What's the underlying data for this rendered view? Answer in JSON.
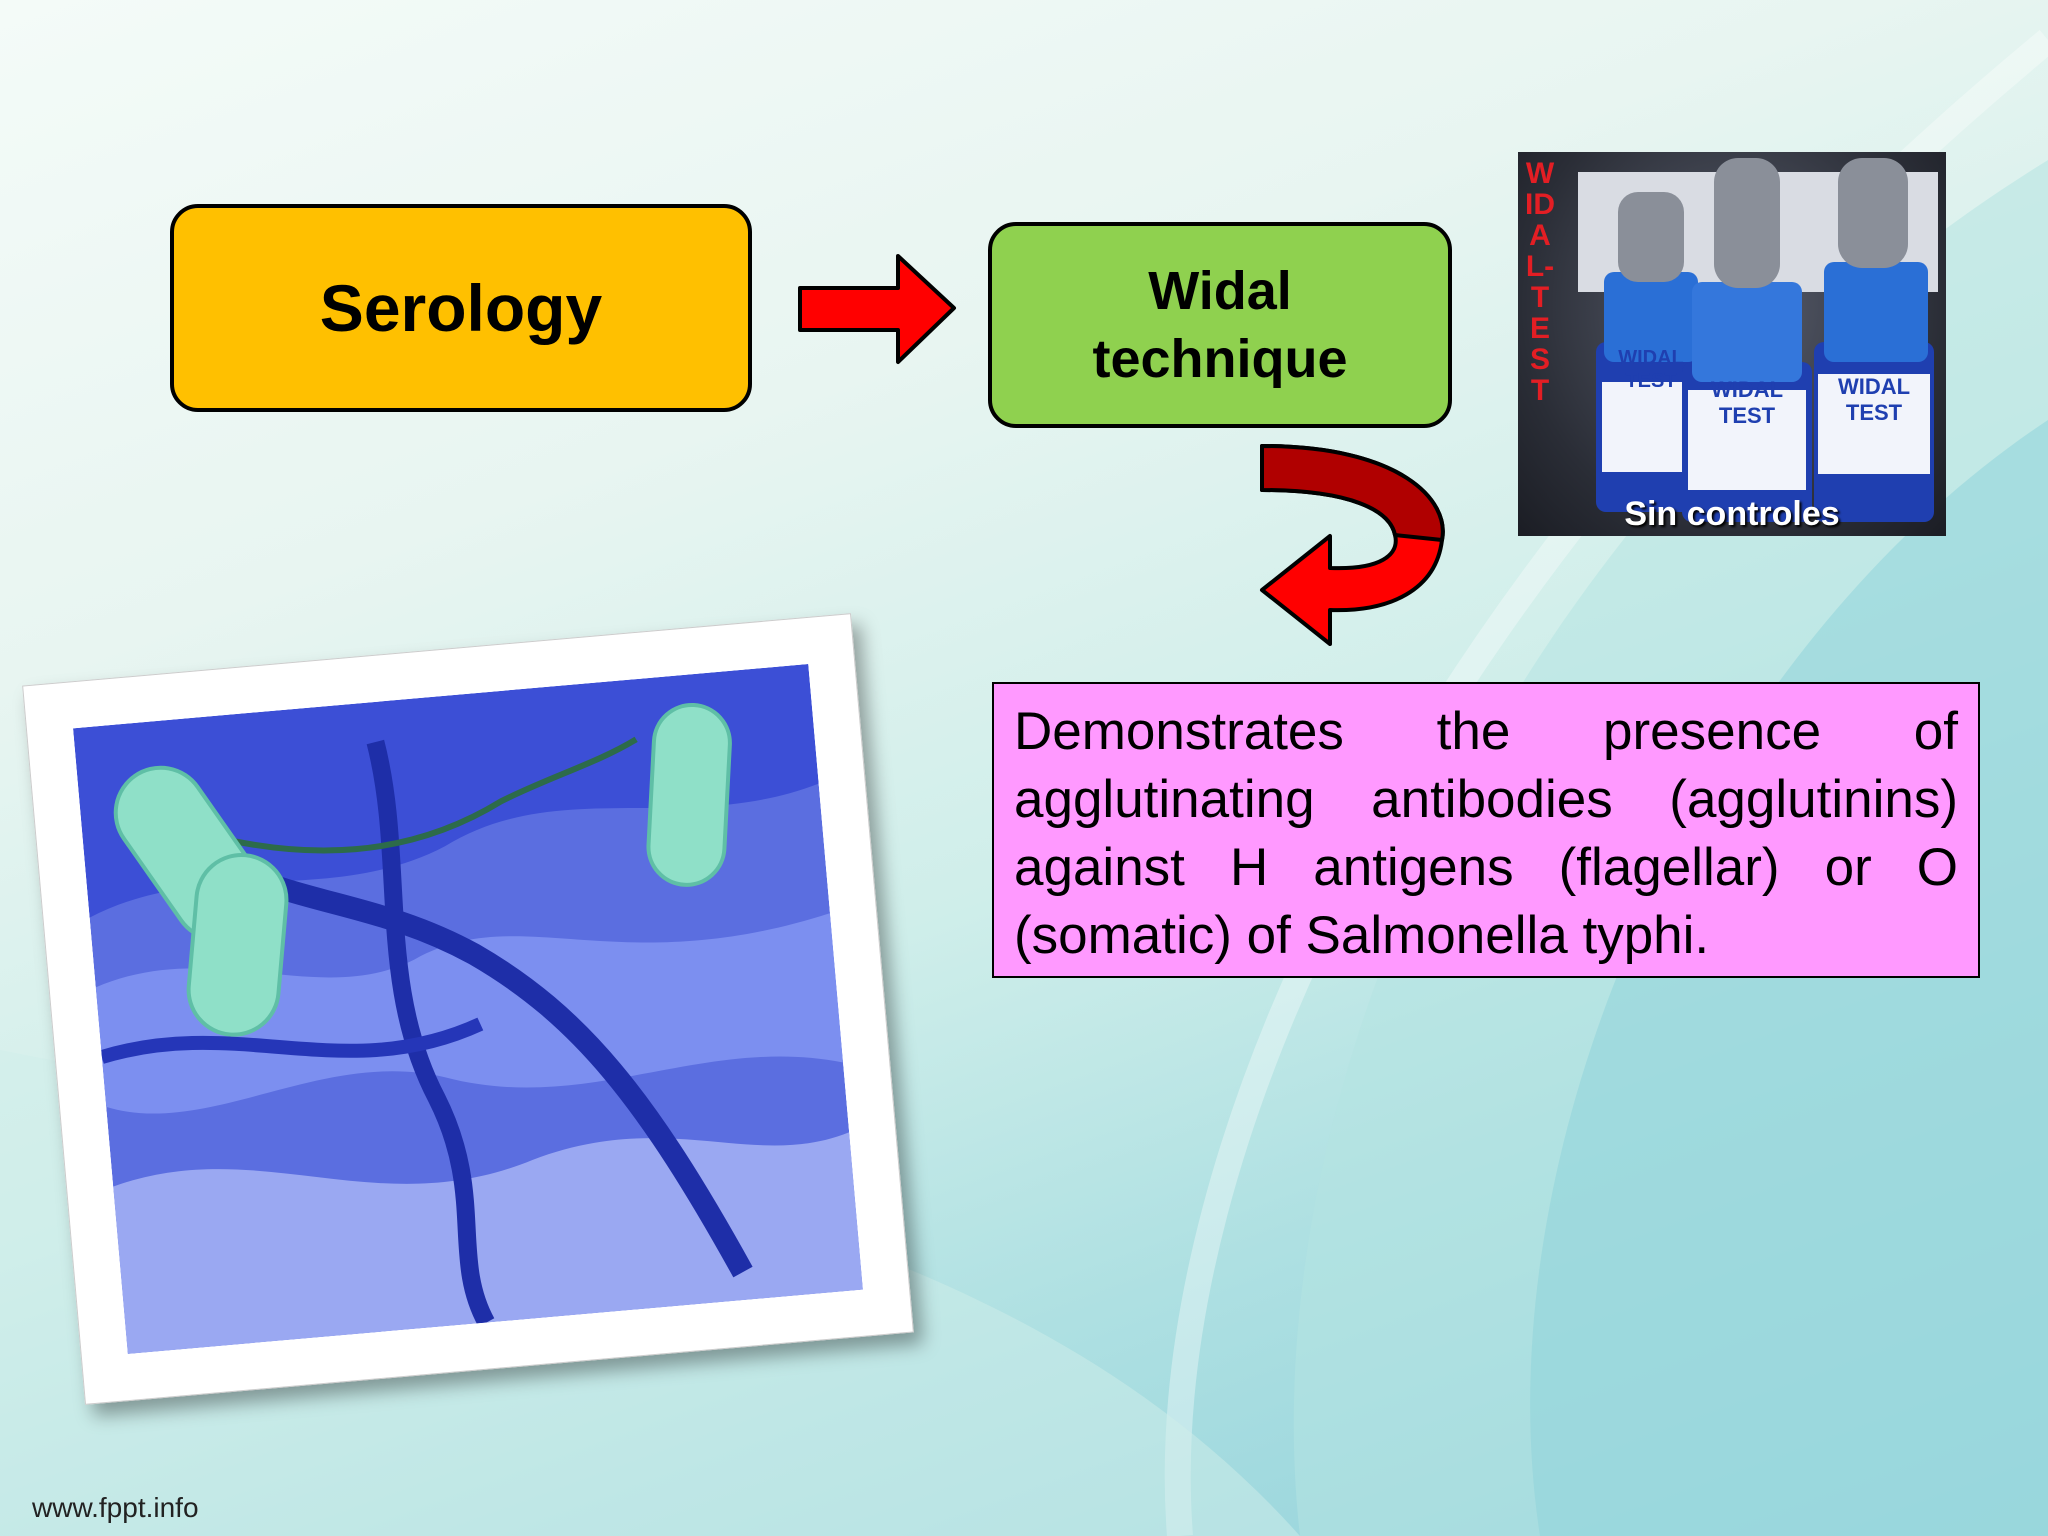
{
  "slide": {
    "box_serology": "Serology",
    "box_widal": "Widal technique",
    "description": "Demonstrates the presence of agglutinating antibodies (agglutinins) against H antigens (flagellar) or O (somatic) of Salmonella typhi.",
    "footer": "www.fppt.info"
  },
  "photo": {
    "vertical_text": "WIDAL-TEST",
    "bottle_labels": [
      "WIDAL TEST",
      "WIDAL TEST",
      "WIDAL TEST"
    ],
    "caption": "Sin controles"
  },
  "colors": {
    "serology_box": "#ffc000",
    "widal_box": "#8fd14f",
    "description_box": "#ff99ff",
    "arrow": "#ff0000",
    "bottle_cap": "#2a6fd6",
    "micro_surface": "#3c4fd6",
    "bacteria": "#8fe0c8"
  },
  "icons": {
    "right_arrow": "arrow-right-icon",
    "curved_arrow": "curved-arrow-icon"
  }
}
